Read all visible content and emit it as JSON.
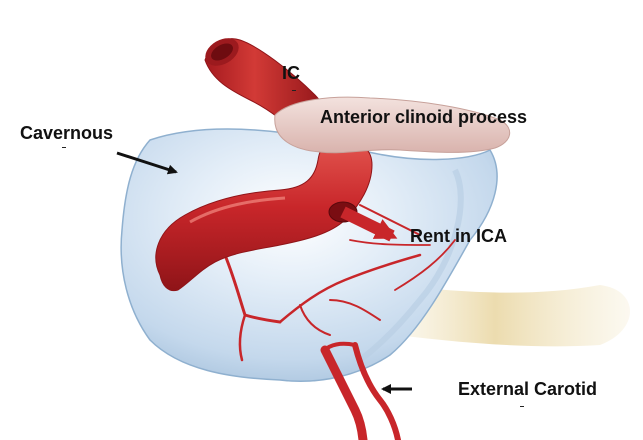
{
  "labels": {
    "ic": "IC",
    "anterior_clinoid": "Anterior clinoid process",
    "cavernous": "Cavernous",
    "rent": "Rent in ICA",
    "external_carotid": "External Carotid"
  },
  "colors": {
    "artery": "#c8262a",
    "artery_dark": "#8f1418",
    "artery_light": "#e35a55",
    "sinus": "#cfe1f2",
    "sinus_edge": "#9dbad6",
    "bone": "#e8ccc8",
    "tan": "#e9d7a6",
    "arrow": "#111111"
  }
}
